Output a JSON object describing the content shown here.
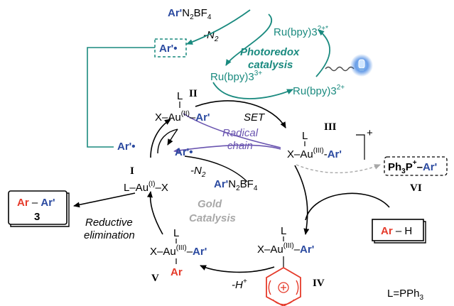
{
  "colors": {
    "blue": "#2b4aa0",
    "red": "#e53a2a",
    "teal": "#1a8a7f",
    "purple": "#6a55b0",
    "gray": "#a8a8a8"
  },
  "photoredox": {
    "reagent_ar": "Ar'",
    "reagent_rest": "N2BF4",
    "minus_n2": "-N2",
    "ru_excited": "Ru(bpy)3",
    "ru_excited_charge": "2+*",
    "ru_ox": "Ru(bpy)3",
    "ru_ox_charge": "3+",
    "ru_ground": "Ru(bpy)3",
    "ru_ground_charge": "2+",
    "title_line1": "Photoredox",
    "title_line2": "catalysis",
    "radical_box": "Ar'•"
  },
  "gold": {
    "title_line1": "Gold",
    "title_line2": "Catalysis",
    "ligand_def": "L=PPh3",
    "set_label": "SET",
    "radical_chain_line1": "Radical",
    "radical_chain_line2": "chain",
    "minus_n2": "-N2",
    "reagent_ar": "Ar'",
    "reagent_rest": "N2BF4",
    "minus_h": "-H+",
    "re_line1": "Reductive",
    "re_line2": "elimination",
    "radical_left": "Ar'•",
    "radical_mid": "Ar'•"
  },
  "complexes": {
    "I": {
      "label": "I",
      "formula": "L–Au(I)–X"
    },
    "II": {
      "label": "II",
      "formula": "X–Au(II)–Ar'"
    },
    "III": {
      "label": "III",
      "formula": "X–Au(III)–Ar'"
    },
    "IV": {
      "label": "IV",
      "formula": "X–Au(III)–Ar'"
    },
    "V": {
      "label": "V",
      "formula": "X–Au(III)–Ar'",
      "ar": "Ar"
    },
    "VI": {
      "label": "VI",
      "formula": "Ph3P+–Ar'"
    }
  },
  "boxes": {
    "product_ar": "Ar",
    "product_ar2": "Ar'",
    "product_num": "3",
    "arene_ar": "Ar",
    "arene_h": "H"
  }
}
